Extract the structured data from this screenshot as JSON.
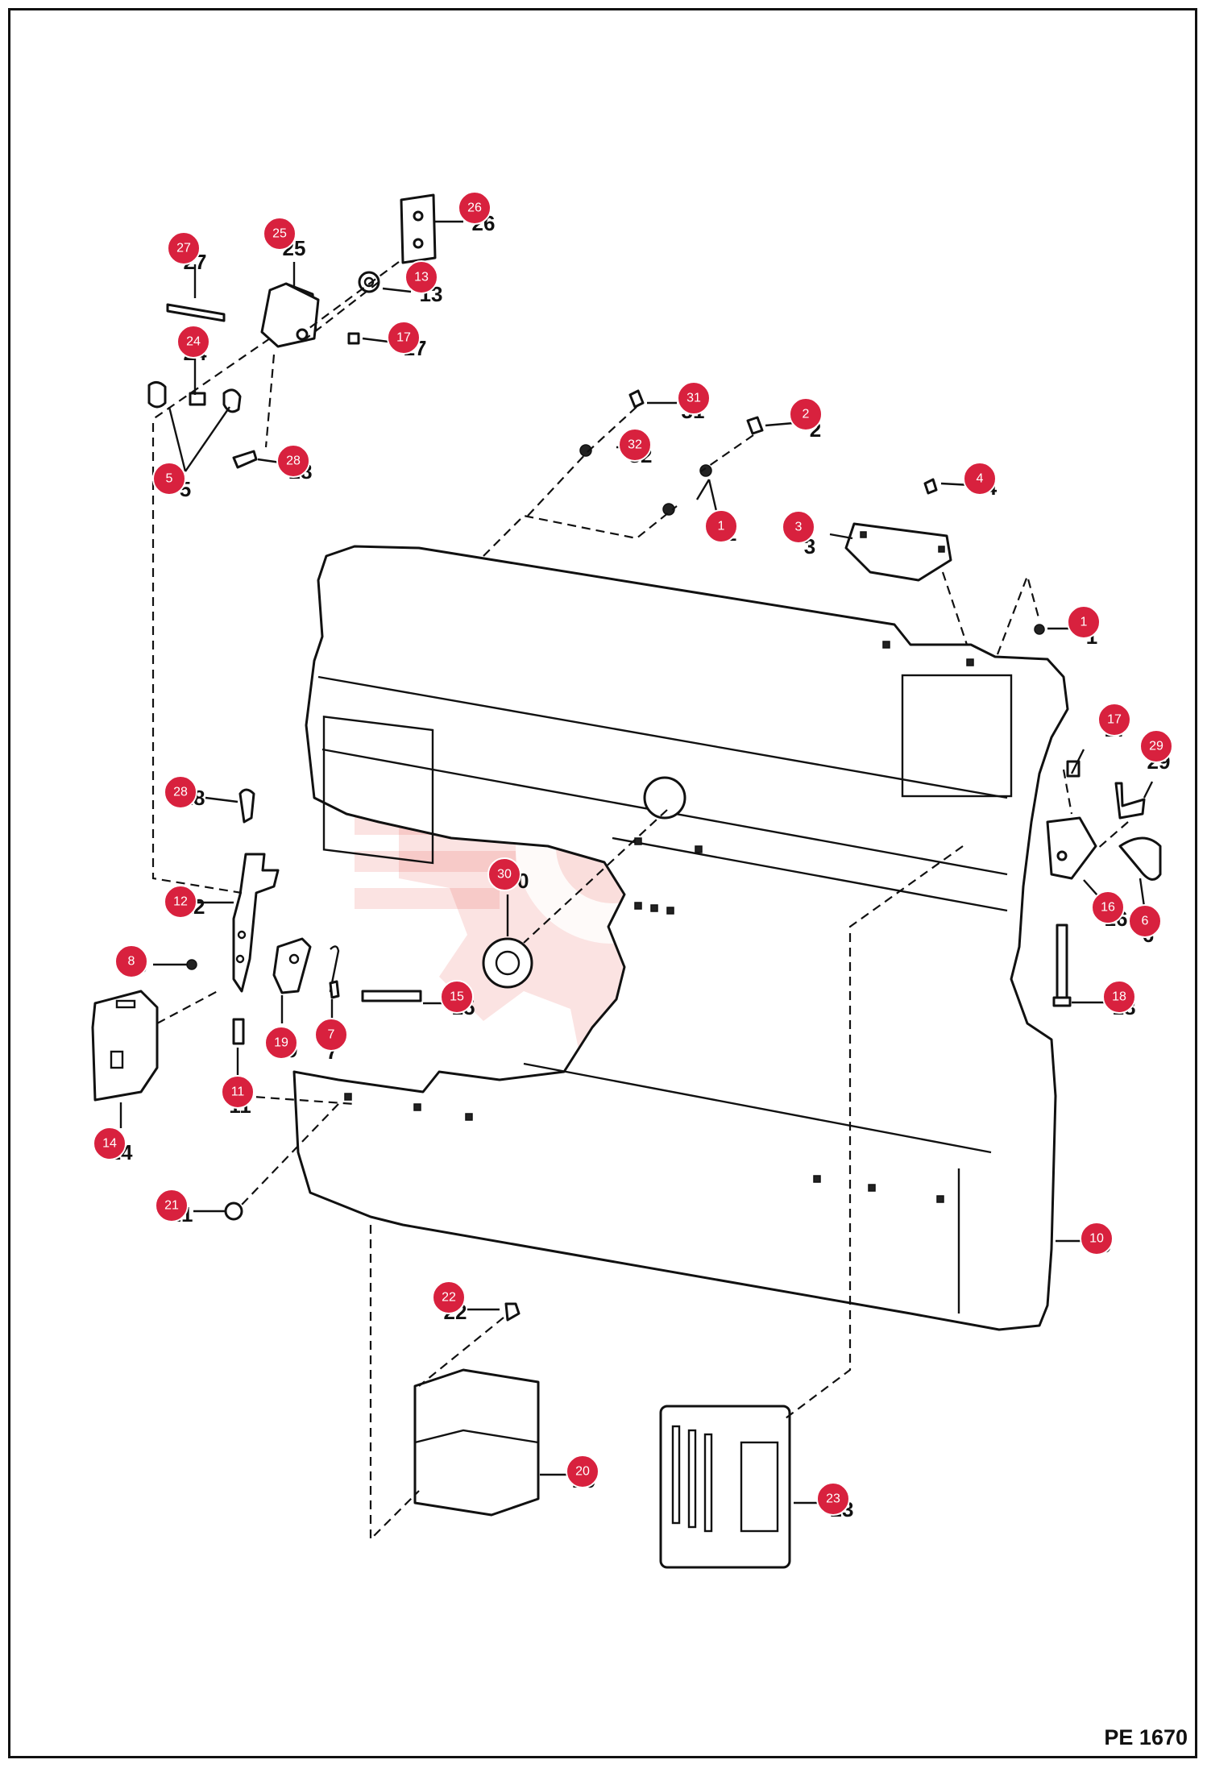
{
  "page_code": "PE 1670",
  "watermark_text": "ИНТЕХ",
  "callouts": [
    {
      "id": "c26",
      "label": "26",
      "num": "26"
    },
    {
      "id": "c25",
      "label": "25",
      "num": "25"
    },
    {
      "id": "c27",
      "label": "27",
      "num": "27"
    },
    {
      "id": "c13",
      "label": "13",
      "num": "13"
    },
    {
      "id": "c17a",
      "label": "17",
      "num": "17"
    },
    {
      "id": "c24",
      "label": "24",
      "num": "24"
    },
    {
      "id": "c5",
      "label": "5",
      "num": "5"
    },
    {
      "id": "c28a",
      "label": "28",
      "num": "28"
    },
    {
      "id": "c31",
      "label": "31",
      "num": "31"
    },
    {
      "id": "c2",
      "label": "2",
      "num": "2"
    },
    {
      "id": "c32",
      "label": "32",
      "num": "32"
    },
    {
      "id": "c4",
      "label": "4",
      "num": "4"
    },
    {
      "id": "c1a",
      "label": "1",
      "num": "1"
    },
    {
      "id": "c3",
      "label": "3",
      "num": "3"
    },
    {
      "id": "c1b",
      "label": "1",
      "num": "1"
    },
    {
      "id": "c17b",
      "label": "17",
      "num": "17"
    },
    {
      "id": "c29",
      "label": "29",
      "num": "29"
    },
    {
      "id": "c28b",
      "label": "28",
      "num": "28"
    },
    {
      "id": "c12",
      "label": "12",
      "num": "12"
    },
    {
      "id": "c30",
      "label": "30",
      "num": "30"
    },
    {
      "id": "c16",
      "label": "16",
      "num": "16"
    },
    {
      "id": "c6",
      "label": "6",
      "num": "6"
    },
    {
      "id": "c8",
      "label": "8",
      "num": "8"
    },
    {
      "id": "c15",
      "label": "15",
      "num": "15"
    },
    {
      "id": "c18",
      "label": "18",
      "num": "18"
    },
    {
      "id": "c19",
      "label": "19",
      "num": "19"
    },
    {
      "id": "c7",
      "label": "7",
      "num": "7"
    },
    {
      "id": "c11",
      "label": "11",
      "num": "11"
    },
    {
      "id": "c14",
      "label": "14",
      "num": "14"
    },
    {
      "id": "c21",
      "label": "21",
      "num": "21"
    },
    {
      "id": "c10",
      "label": "10",
      "num": "10"
    },
    {
      "id": "c22",
      "label": "22",
      "num": "22"
    },
    {
      "id": "c20",
      "label": "20",
      "num": "20"
    },
    {
      "id": "c23",
      "label": "23",
      "num": "23"
    }
  ],
  "colors": {
    "callout": "#d8213e",
    "lines": "#111111",
    "watermark": "#e3271f"
  }
}
